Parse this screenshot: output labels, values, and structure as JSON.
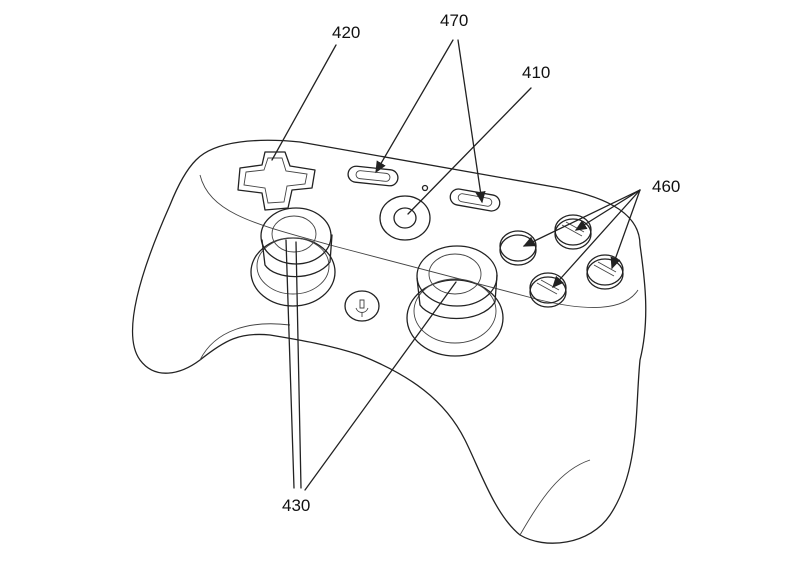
{
  "figure": {
    "labels": {
      "dpad": "420",
      "menu_buttons": "470",
      "home_button": "410",
      "face_buttons": "460",
      "thumbsticks": "430"
    }
  }
}
